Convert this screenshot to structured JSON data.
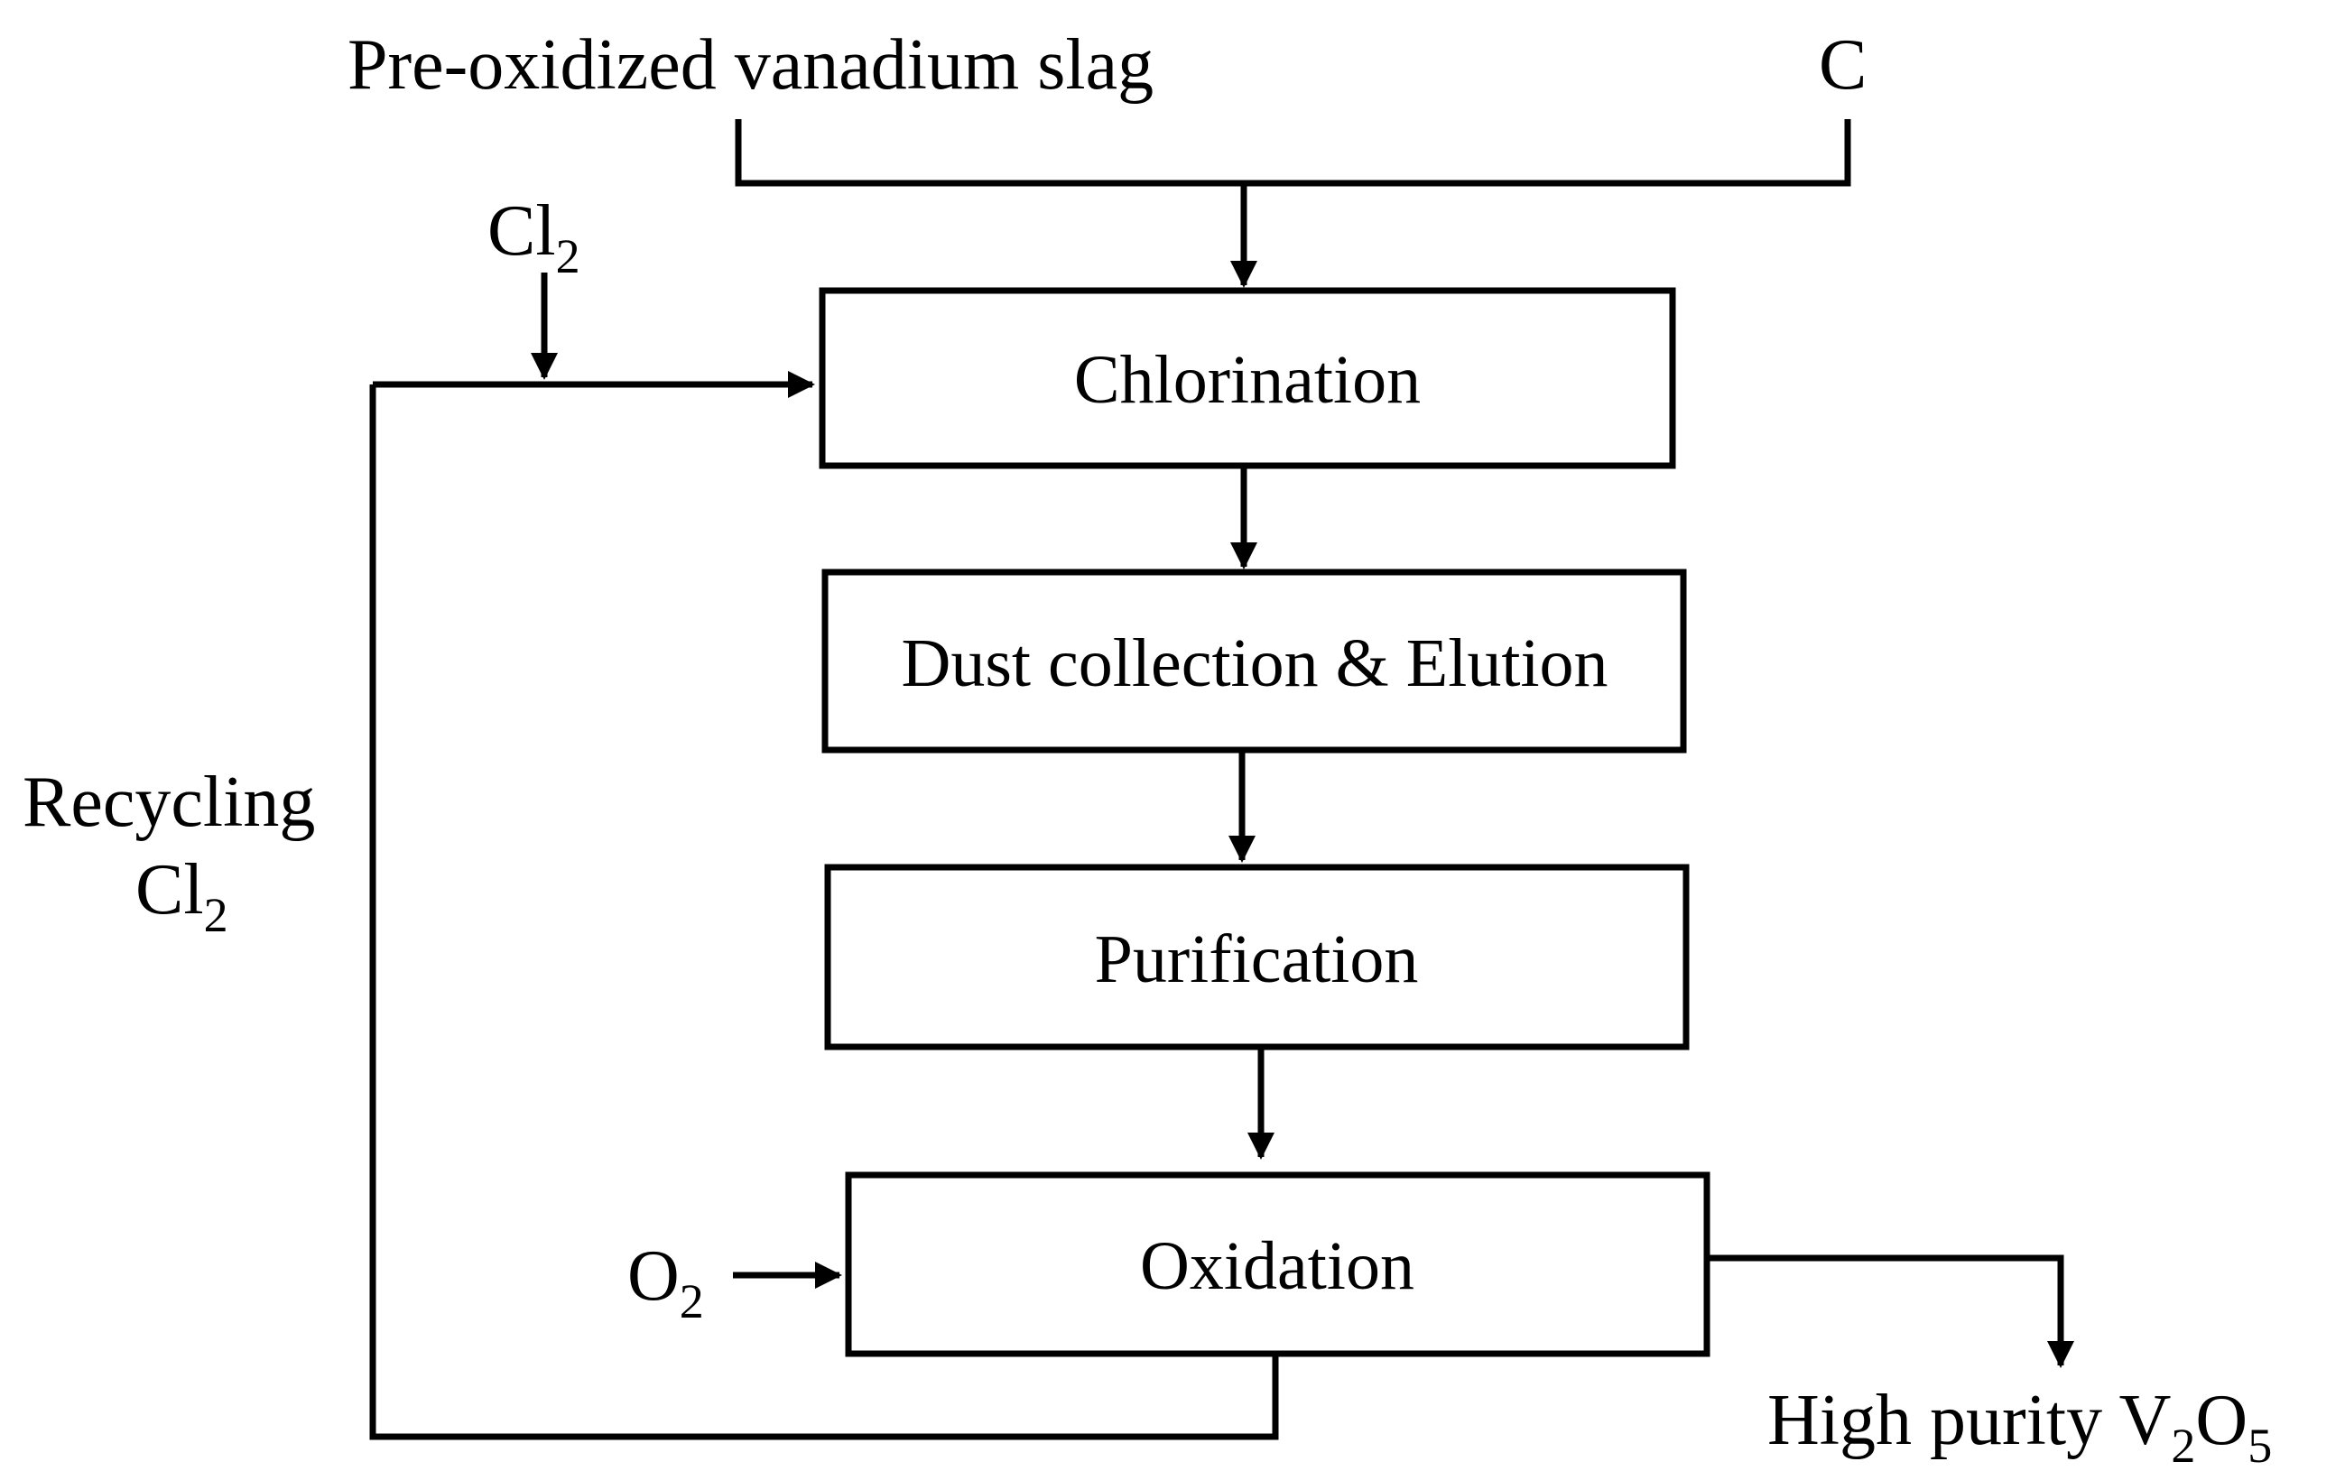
{
  "diagram": {
    "inputs": {
      "slag": "Pre-oxidized vanadium slag",
      "carbon": "C",
      "chlorine": {
        "base": "Cl",
        "sub": "2"
      },
      "oxygen": {
        "base": "O",
        "sub": "2"
      }
    },
    "steps": {
      "chlorination": "Chlorination",
      "dust_elution": "Dust collection & Elution",
      "purification": "Purification",
      "oxidation": "Oxidation"
    },
    "recycle": {
      "line1": "Recycling",
      "line2_base": "Cl",
      "line2_sub": "2"
    },
    "product": {
      "text": "High purity V",
      "sub1": "2",
      "mid": "O",
      "sub2": "5"
    },
    "colors": {
      "stroke": "#000000",
      "background": "#ffffff"
    }
  }
}
